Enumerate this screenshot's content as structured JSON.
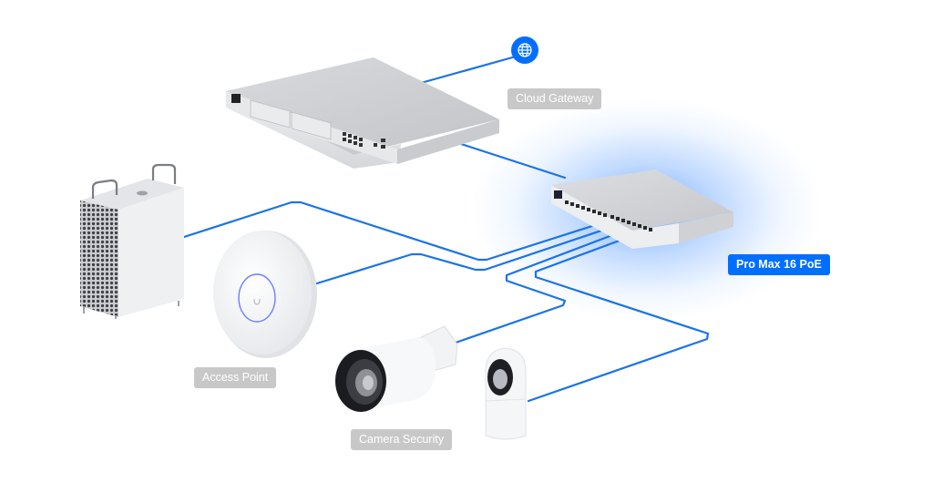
{
  "diagram": {
    "title": "UniFi network topology",
    "accent_color": "#006fff",
    "label_color_inactive": "#c8c8c8",
    "devices": [
      {
        "id": "internet",
        "icon": "globe-icon",
        "label": ""
      },
      {
        "id": "gateway",
        "label": "Cloud Gateway",
        "active": false
      },
      {
        "id": "switch",
        "label": "Pro Max 16 PoE",
        "active": true
      },
      {
        "id": "workstation",
        "label": ""
      },
      {
        "id": "access_point",
        "label": "Access Point",
        "active": false
      },
      {
        "id": "bullet_camera",
        "label": "Camera Security",
        "active": false
      },
      {
        "id": "dome_camera",
        "label": ""
      }
    ],
    "connections": [
      {
        "from": "internet",
        "to": "gateway"
      },
      {
        "from": "gateway",
        "to": "switch"
      },
      {
        "from": "switch",
        "to": "workstation"
      },
      {
        "from": "switch",
        "to": "access_point"
      },
      {
        "from": "switch",
        "to": "bullet_camera"
      },
      {
        "from": "switch",
        "to": "dome_camera"
      }
    ]
  },
  "labels": {
    "gateway": "Cloud Gateway",
    "switch": "Pro Max 16 PoE",
    "access_point": "Access Point",
    "camera": "Camera Security"
  }
}
